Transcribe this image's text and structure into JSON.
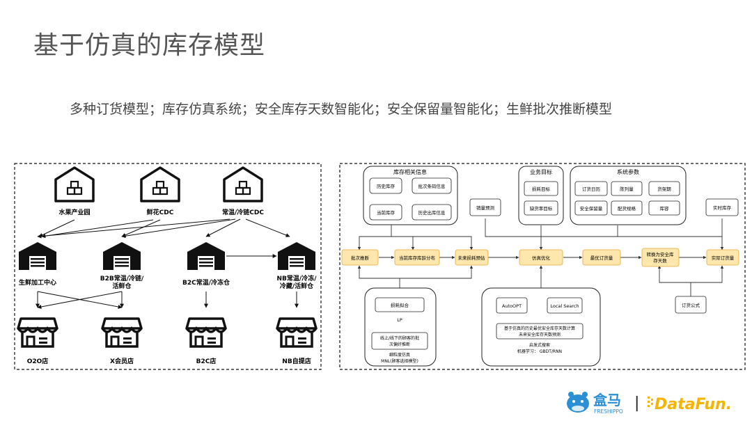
{
  "page": {
    "title": "基于仿真的库存模型",
    "subtitle": "多种订货模型；库存仿真系统；安全库存天数智能化；安全保留量智能化；生鲜批次推断模型"
  },
  "left_diagram": {
    "warehouses": [
      "水果产业园",
      "鲜花CDC",
      "常温/冷链CDC"
    ],
    "hubs": [
      [
        "生鲜加工中心"
      ],
      [
        "B2B常温/冷链/",
        "活鲜仓"
      ],
      [
        "B2C常温/冷冻仓"
      ],
      [
        "NB常温/冷冻/",
        "冷藏/活鲜仓"
      ]
    ],
    "stores": [
      "O2O店",
      "X会员店",
      "B2C店",
      "NB自提店"
    ]
  },
  "right_diagram": {
    "inventory_group": {
      "title": "库存相关信息",
      "items": [
        "历史库存",
        "批次条码信息",
        "当前库存",
        "历史出库信息"
      ]
    },
    "business_group": {
      "title": "业务目标",
      "items": [
        "损耗目标",
        "缺货率目标"
      ]
    },
    "system_group": {
      "title": "系统参数",
      "items": [
        "订货日历",
        "陈列量",
        "货架期",
        "安全保留量",
        "配货规格",
        "库容"
      ]
    },
    "sales_forecast": "销量预测",
    "realtime_inventory": "实时库存",
    "flow": [
      "批次推断",
      "当前库存库龄分布",
      "未来损耗预估",
      "仿真优化",
      "最优订货量",
      [
        "转换为安全库",
        "存天数"
      ],
      "实际订货量"
    ],
    "order_formula": "订货公式",
    "loss_group": {
      "fit": "损耗拟合",
      "lp": "LP",
      "pref": [
        "线上/线下的顾客的批",
        "次偏好推断"
      ],
      "foot": [
        "细粒度仿真",
        "MNL(顾客选择模型)"
      ]
    },
    "opt_group": {
      "autoopt": "AutoOPT",
      "local_search": "Local Search",
      "calc": [
        "基于仿真的历史最优安全库存天数计算",
        "未来安全库存天数预测"
      ],
      "foot": [
        "启发式搜索",
        "机器学习：  GBDT/RNN"
      ]
    }
  },
  "logos": {
    "freshippo_cn": "盒马",
    "freshippo_en": "FRESHIPPO",
    "separator": "|",
    "datafun": "DataFun."
  },
  "colors": {
    "node_fill": "#fde7ad",
    "node_stroke": "#e6a83a",
    "datafun_yellow": "#f5b400",
    "freshippo_blue": "#2b8fd6",
    "dark": "#111111"
  }
}
